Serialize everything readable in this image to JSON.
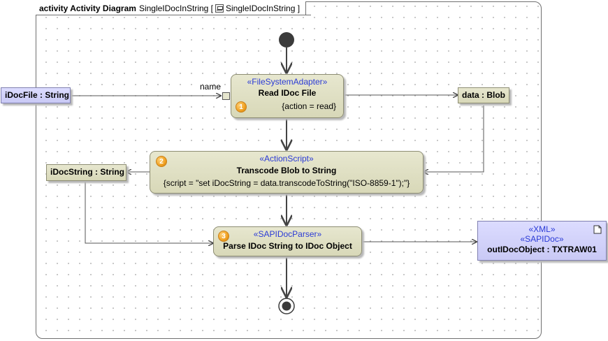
{
  "frame": {
    "keyword": "activity Activity Diagram",
    "name": "SingleIDocInString [",
    "ref_name": "SingleIDocInString ]",
    "icon": "diagram-icon"
  },
  "actions": {
    "read": {
      "stereotype": "«FileSystemAdapter»",
      "title": "Read IDoc File",
      "props": "{action = read}",
      "number": "1"
    },
    "transcode": {
      "stereotype": "«ActionScript»",
      "title": "Transcode Blob to String",
      "props": "{script = \"set iDocString = data.transcodeToString(\"ISO-8859-1\");\"}",
      "number": "2"
    },
    "parse": {
      "stereotype": "«SAPIDocParser»",
      "title": "Parse IDoc String to IDoc Object",
      "number": "3"
    }
  },
  "pin": {
    "label": "name"
  },
  "objects": {
    "idocfile": "iDocFile : String",
    "data": "data : Blob",
    "idocstring": "iDocString : String",
    "out": {
      "stereotype1": "«XML»",
      "stereotype2": "«SAPIDoc»",
      "name": "outIDocObject : TXTRAW01",
      "icon": "note-icon"
    }
  },
  "colors": {
    "action_fill": "#dcdcbc",
    "object_blue": "#cfcff8",
    "stereotype_text": "#2a3ad6",
    "badge": "#f0a020"
  }
}
